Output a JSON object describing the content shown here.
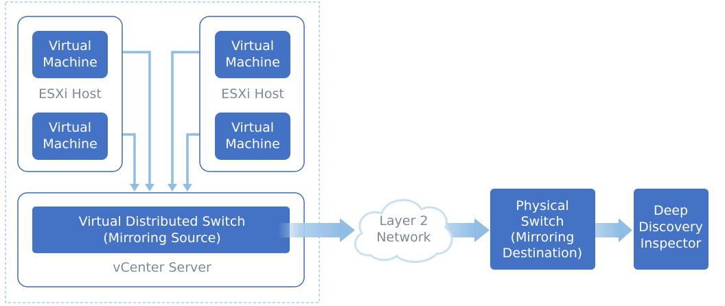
{
  "colors": {
    "box_fill": "#4472c4",
    "outline": "#3d6cb9",
    "dashed_border": "#a6cde8",
    "connector": "#8fbde3",
    "cloud_stroke": "#c9e0f0",
    "gray_text": "#7d8a94"
  },
  "hosts": [
    {
      "label": "ESXi Host",
      "vms": [
        [
          "Virtual",
          "Machine"
        ],
        [
          "Virtual",
          "Machine"
        ]
      ]
    },
    {
      "label": "ESXi Host",
      "vms": [
        [
          "Virtual",
          "Machine"
        ],
        [
          "Virtual",
          "Machine"
        ]
      ]
    }
  ],
  "vcenter": {
    "label": "vCenter Server",
    "switch_lines": [
      "Virtual Distributed Switch",
      "(Mirroring Source)"
    ]
  },
  "network": {
    "lines": [
      "Layer 2",
      "Network"
    ]
  },
  "physical_switch": {
    "lines": [
      "Physical",
      "Switch",
      "(Mirroring",
      "Destination)"
    ]
  },
  "inspector": {
    "lines": [
      "Deep",
      "Discovery",
      "Inspector"
    ]
  }
}
